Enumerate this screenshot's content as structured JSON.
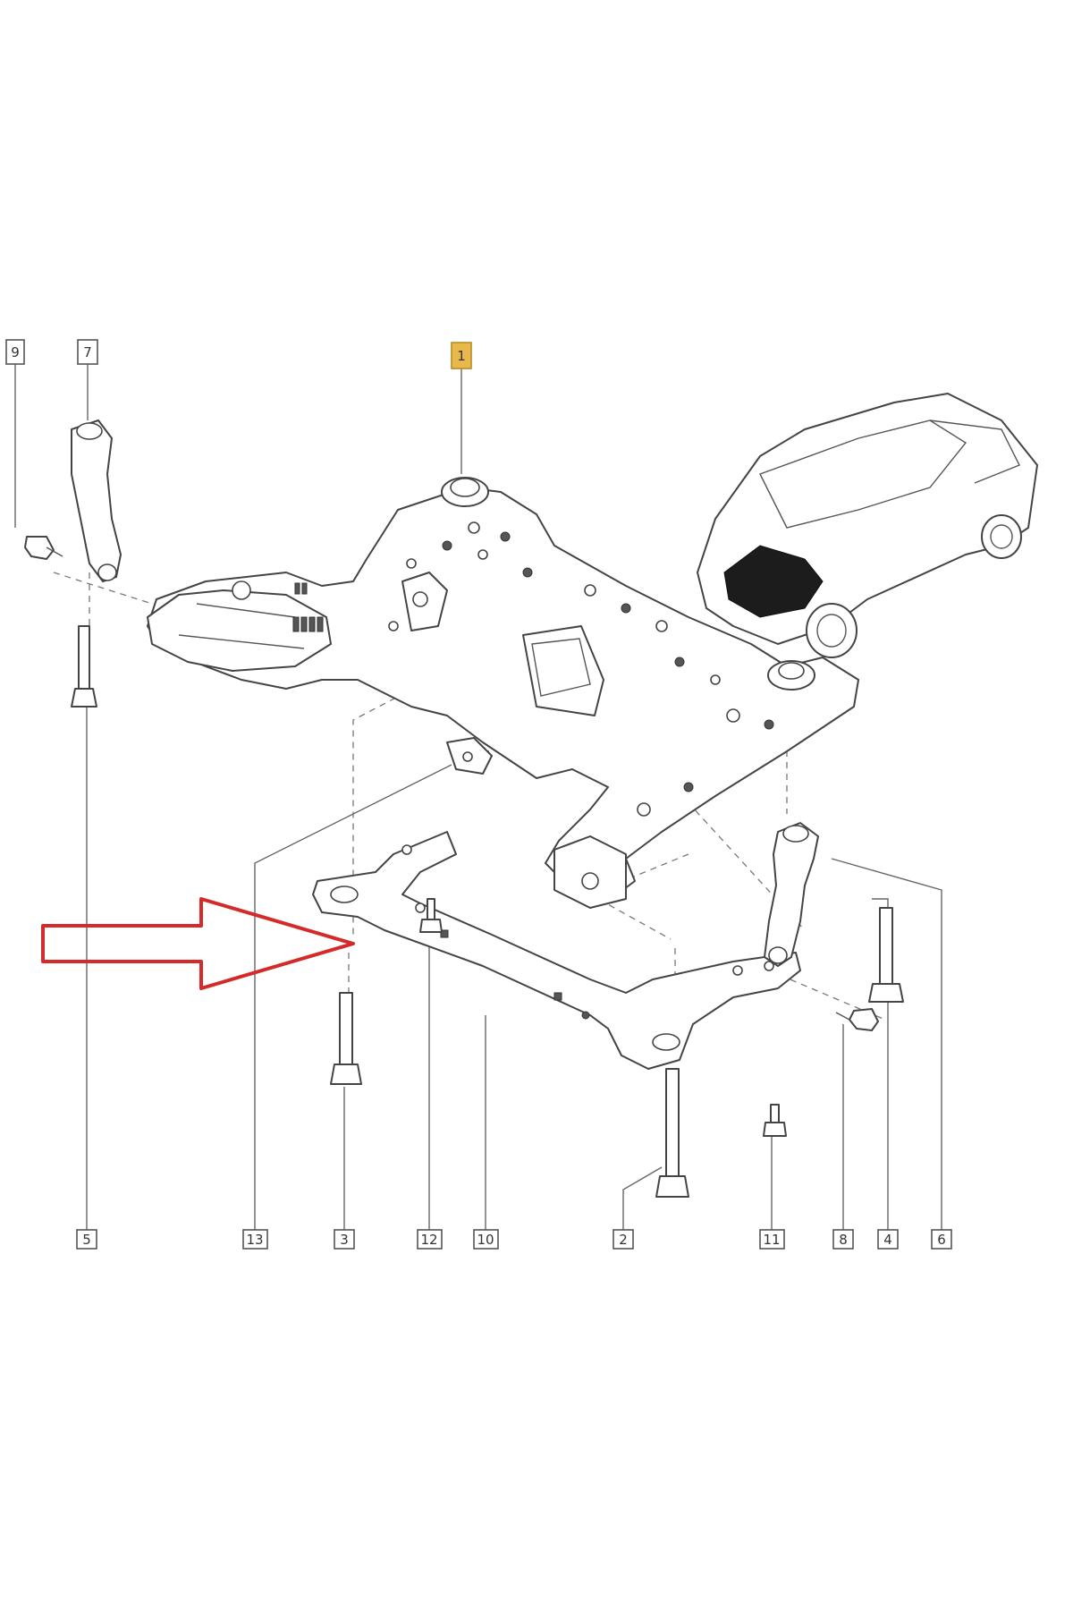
{
  "callouts": {
    "c9": "9",
    "c7": "7",
    "c1": "1",
    "c5": "5",
    "c13": "13",
    "c3": "3",
    "c12": "12",
    "c10": "10",
    "c2": "2",
    "c11": "11",
    "c8": "8",
    "c4": "4",
    "c6": "6"
  },
  "colors": {
    "highlight_callout": "#e8b84a",
    "arrow": "#d42a2a",
    "line": "#444444"
  }
}
